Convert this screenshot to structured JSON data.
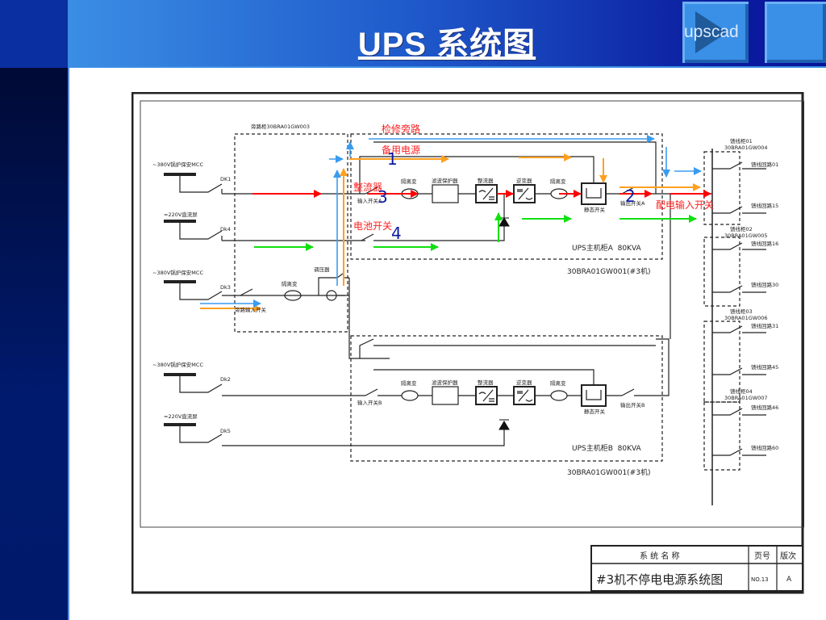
{
  "slide": {
    "title": "UPS 系统图",
    "nav_button_label": "upscad",
    "nav_button_icon": "play-triangle-icon",
    "colors": {
      "header_start": "#3b8ee4",
      "header_end": "#08129a",
      "sidebar": "#001a6e",
      "flow_red": "#ff0000",
      "flow_orange": "#ffa020",
      "flow_blue": "#3a9cf0",
      "flow_green": "#10e010",
      "annotation_red": "#ff2020",
      "annotation_number": "#0a1aa0"
    }
  },
  "diagram": {
    "annotations": {
      "maintenance_bypass": "检修旁路",
      "standby_power": "备用电源",
      "rectifier": "整流器",
      "battery_switch": "电池开关",
      "distribution_input_switch": "配电输入开关",
      "num1": "1",
      "num2": "2",
      "num3": "3",
      "num4": "4"
    },
    "sources": {
      "mcc1": "~380V锅炉保安MCC",
      "dc1": "=220V直流屏",
      "mcc2": "~380V锅炉保安MCC",
      "mcc3": "~380V锅炉保安MCC",
      "dc2": "=220V直流屏",
      "dk1": "DK1",
      "dk4": "Dk4",
      "dk3": "Dk3",
      "dk2": "Dk2",
      "dk5": "Dk5"
    },
    "bypass_cabinet": {
      "label": "旁路柜30BRA01GW003",
      "transformer": "隔离变",
      "regulator": "调压器",
      "bypass_input_switch": "旁路输入开关"
    },
    "ups_a": {
      "input_switch": "输入开关A",
      "isolation_transformer_in": "隔离变",
      "surge_protector": "滤波保护器",
      "rectifier": "整流器",
      "inverter": "逆变器",
      "isolation_transformer_out": "隔离变",
      "static_switch": "静态开关",
      "output_switch": "输出开关A",
      "name": "UPS主机柜A  80KVA",
      "code": "30BRA01GW001(#3机)"
    },
    "ups_b": {
      "input_switch": "输入开关B",
      "isolation_transformer_in": "隔离变",
      "surge_protector": "滤波保护器",
      "rectifier": "整流器",
      "inverter": "逆变器",
      "isolation_transformer_out": "隔离变",
      "static_switch": "静态开关",
      "output_switch": "输出开关B",
      "name": "UPS主机柜B  80KVA",
      "code": "30BRA01GW001(#3机)"
    },
    "feeders": [
      {
        "cabinet": "馈线柜01",
        "code": "30BRA01GW004",
        "circuits": [
          "馈线回路01",
          "馈线回路15"
        ]
      },
      {
        "cabinet": "馈线柜02",
        "code": "30BRA01GW005",
        "circuits": [
          "馈线回路16",
          "馈线回路30"
        ]
      },
      {
        "cabinet": "馈线柜03",
        "code": "30BRA01GW006",
        "circuits": [
          "馈线回路31",
          "馈线回路45"
        ]
      },
      {
        "cabinet": "馈线柜04",
        "code": "30BRA01GW007",
        "circuits": [
          "馈线回路46",
          "馈线回路60"
        ]
      }
    ],
    "title_block": {
      "system_name_header": "系 统 名 称",
      "page_header": "页号",
      "revision_header": "版次",
      "system_name": "#3机不停电电源系统图",
      "page_no": "NO.13",
      "revision": "A"
    }
  }
}
